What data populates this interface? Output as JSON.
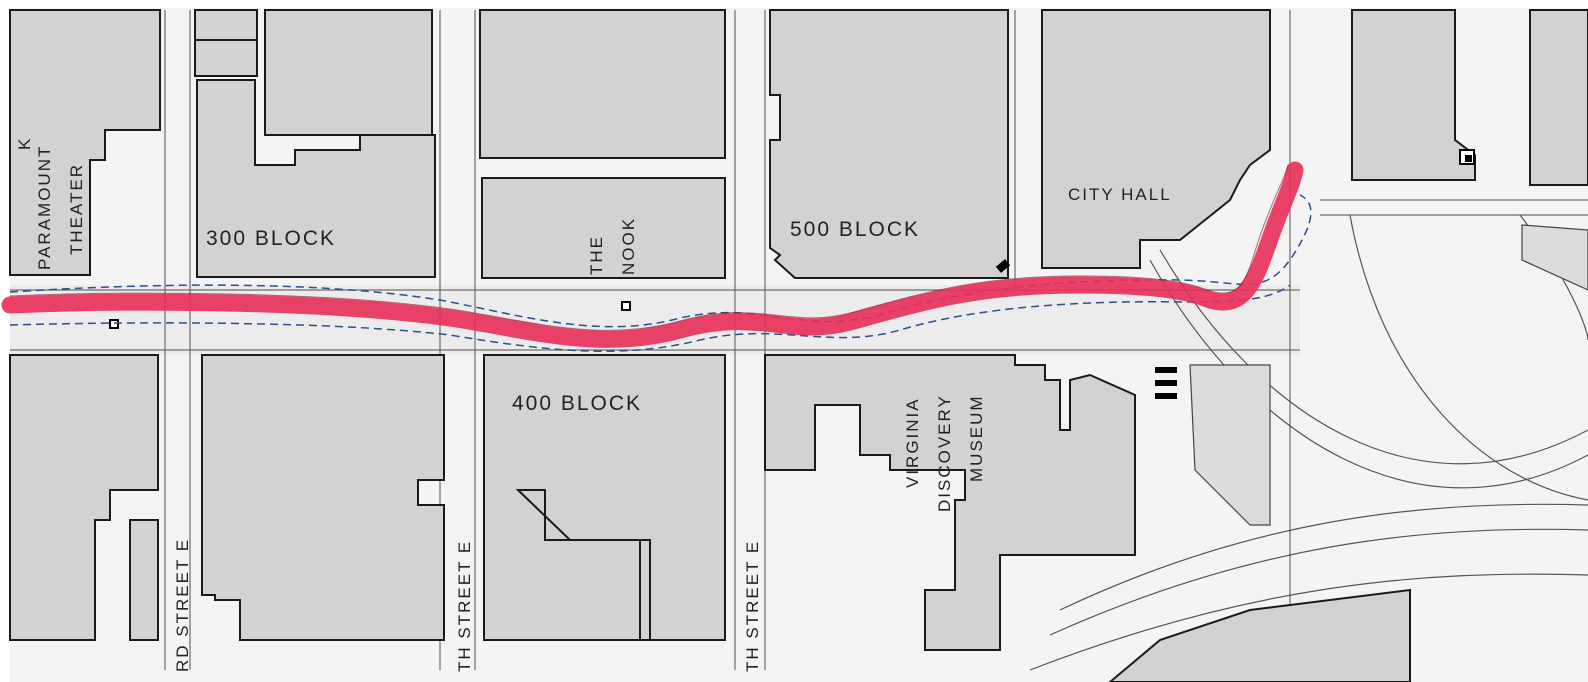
{
  "map": {
    "labels": {
      "block_300": "300 BLOCK",
      "block_400": "400 BLOCK",
      "block_500": "500 BLOCK",
      "city_hall": "CITY HALL",
      "paramount_line1": "PARAMOUNT",
      "paramount_line2": "THEATER",
      "nook_line1": "THE",
      "nook_line2": "NOOK",
      "museum_line1": "VIRGINIA",
      "museum_line2": "DISCOVERY",
      "museum_line3": "MUSEUM",
      "street_3rd": "RD STREET E",
      "street_4th": "TH STREET E",
      "street_5th": "TH STREET E",
      "edge_letter": "K"
    },
    "colors": {
      "route": "#e8315a",
      "route_dash": "#2d4f8a",
      "building": "#d2d2d2",
      "background": "#ffffff"
    }
  }
}
